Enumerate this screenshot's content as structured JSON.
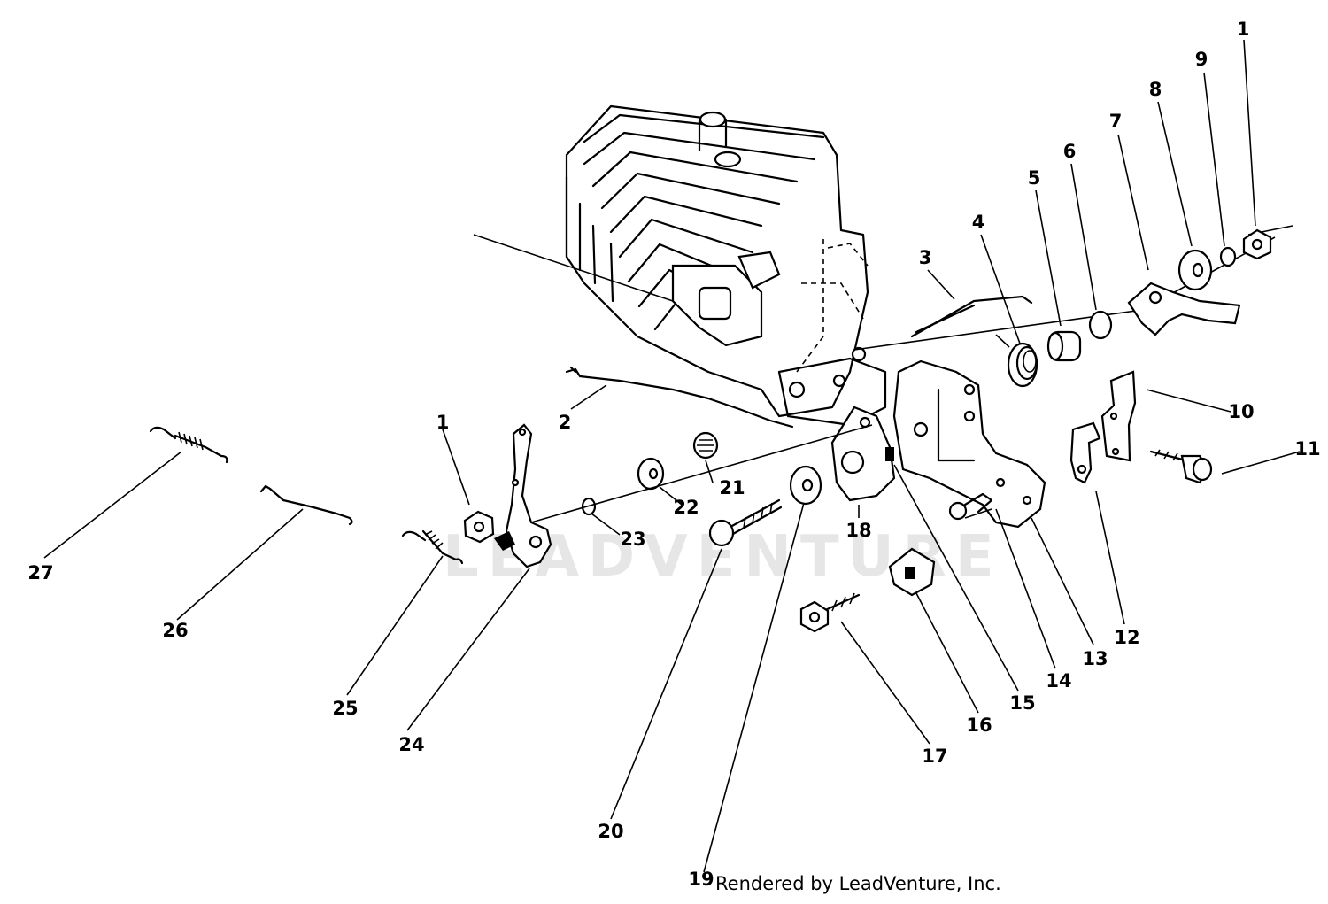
{
  "diagram": {
    "type": "exploded-parts-diagram",
    "watermark": "LEADVENTURE",
    "footer_text": "Rendered by LeadVenture, Inc.",
    "callouts": [
      {
        "id": "c1-top",
        "label": "1"
      },
      {
        "id": "c2",
        "label": "2"
      },
      {
        "id": "c3",
        "label": "3"
      },
      {
        "id": "c4",
        "label": "4"
      },
      {
        "id": "c5",
        "label": "5"
      },
      {
        "id": "c6",
        "label": "6"
      },
      {
        "id": "c7",
        "label": "7"
      },
      {
        "id": "c8",
        "label": "8"
      },
      {
        "id": "c9",
        "label": "9"
      },
      {
        "id": "c10",
        "label": "10"
      },
      {
        "id": "c11",
        "label": "11"
      },
      {
        "id": "c12",
        "label": "12"
      },
      {
        "id": "c13",
        "label": "13"
      },
      {
        "id": "c14",
        "label": "14"
      },
      {
        "id": "c15",
        "label": "15"
      },
      {
        "id": "c16",
        "label": "16"
      },
      {
        "id": "c17",
        "label": "17"
      },
      {
        "id": "c18",
        "label": "18"
      },
      {
        "id": "c19",
        "label": "19"
      },
      {
        "id": "c20",
        "label": "20"
      },
      {
        "id": "c21",
        "label": "21"
      },
      {
        "id": "c22",
        "label": "22"
      },
      {
        "id": "c23",
        "label": "23"
      },
      {
        "id": "c24",
        "label": "24"
      },
      {
        "id": "c25",
        "label": "25"
      },
      {
        "id": "c26",
        "label": "26"
      },
      {
        "id": "c27",
        "label": "27"
      },
      {
        "id": "c1-left",
        "label": "1"
      }
    ]
  }
}
